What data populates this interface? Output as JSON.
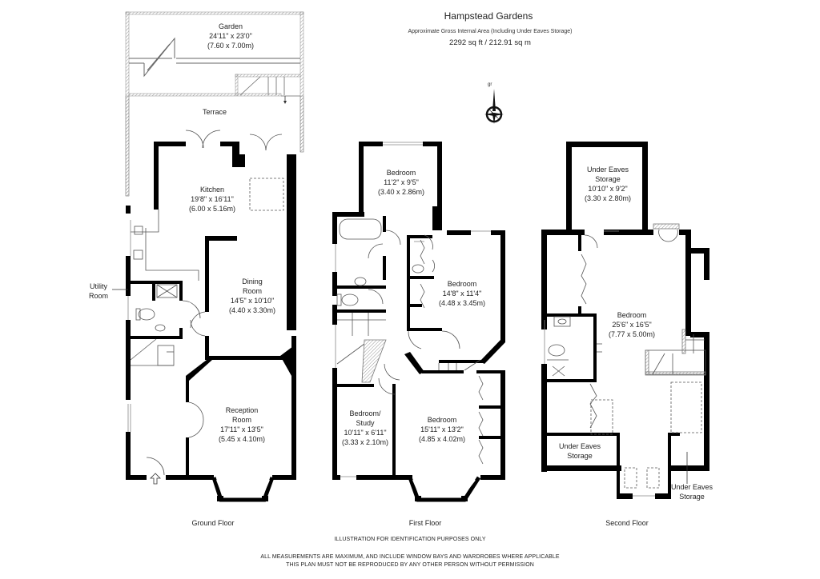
{
  "header": {
    "title": "Hampstead Gardens",
    "subtitle": "Approximate Gross Internal Area (Including Under Eaves Storage)",
    "area": "2292 sq ft  /  212.91 sq m"
  },
  "compass": {
    "icon": "compass-icon",
    "label": "gr"
  },
  "floors": {
    "ground": {
      "label": "Ground Floor",
      "rooms": [
        {
          "name": "Garden",
          "imperial": "24'11\" x 23'0\"",
          "metric": "(7.60 x 7.00m)"
        },
        {
          "name": "Terrace"
        },
        {
          "name": "Kitchen",
          "imperial": "19'8\" x 16'11\"",
          "metric": "(6.00 x 5.16m)"
        },
        {
          "name_line1": "Dining",
          "name_line2": "Room",
          "imperial": "14'5\" x 10'10\"",
          "metric": "(4.40 x 3.30m)"
        },
        {
          "name_line1": "Utility",
          "name_line2": "Room"
        },
        {
          "name_line1": "Reception",
          "name_line2": "Room",
          "imperial": "17'11\" x 13'5\"",
          "metric": "(5.45 x 4.10m)"
        }
      ]
    },
    "first": {
      "label": "First Floor",
      "rooms": [
        {
          "name": "Bedroom",
          "imperial": "11'2\" x 9'5\"",
          "metric": "(3.40 x 2.86m)"
        },
        {
          "name": "Bedroom",
          "imperial": "14'8\" x 11'4\"",
          "metric": "(4.48 x 3.45m)"
        },
        {
          "name_line1": "Bedroom/",
          "name_line2": "Study",
          "imperial": "10'11\" x 6'11\"",
          "metric": "(3.33 x 2.10m)"
        },
        {
          "name": "Bedroom",
          "imperial": "15'11\" x 13'2\"",
          "metric": "(4.85 x 4.02m)"
        }
      ]
    },
    "second": {
      "label": "Second Floor",
      "rooms": [
        {
          "name_line1": "Under Eaves",
          "name_line2": "Storage",
          "imperial": "10'10\" x 9'2\"",
          "metric": "(3.30 x 2.80m)"
        },
        {
          "name": "Bedroom",
          "imperial": "25'6\" x 16'5\"",
          "metric": "(7.77 x 5.00m)"
        },
        {
          "name_line1": "Under Eaves",
          "name_line2": "Storage"
        },
        {
          "name_line1": "Under Eaves",
          "name_line2": "Storage"
        }
      ]
    }
  },
  "footer": {
    "line1": "ILLUSTRATION FOR IDENTIFICATION PURPOSES ONLY",
    "line2": "ALL MEASUREMENTS ARE MAXIMUM, AND INCLUDE WINDOW BAYS AND WARDROBES WHERE APPLICABLE",
    "line3": "THIS PLAN MUST NOT BE REPRODUCED BY ANY OTHER PERSON WITHOUT PERMISSION"
  },
  "colors": {
    "wall": "#000000",
    "thin": "#555555",
    "hatch": "#999999",
    "text": "#222222"
  }
}
